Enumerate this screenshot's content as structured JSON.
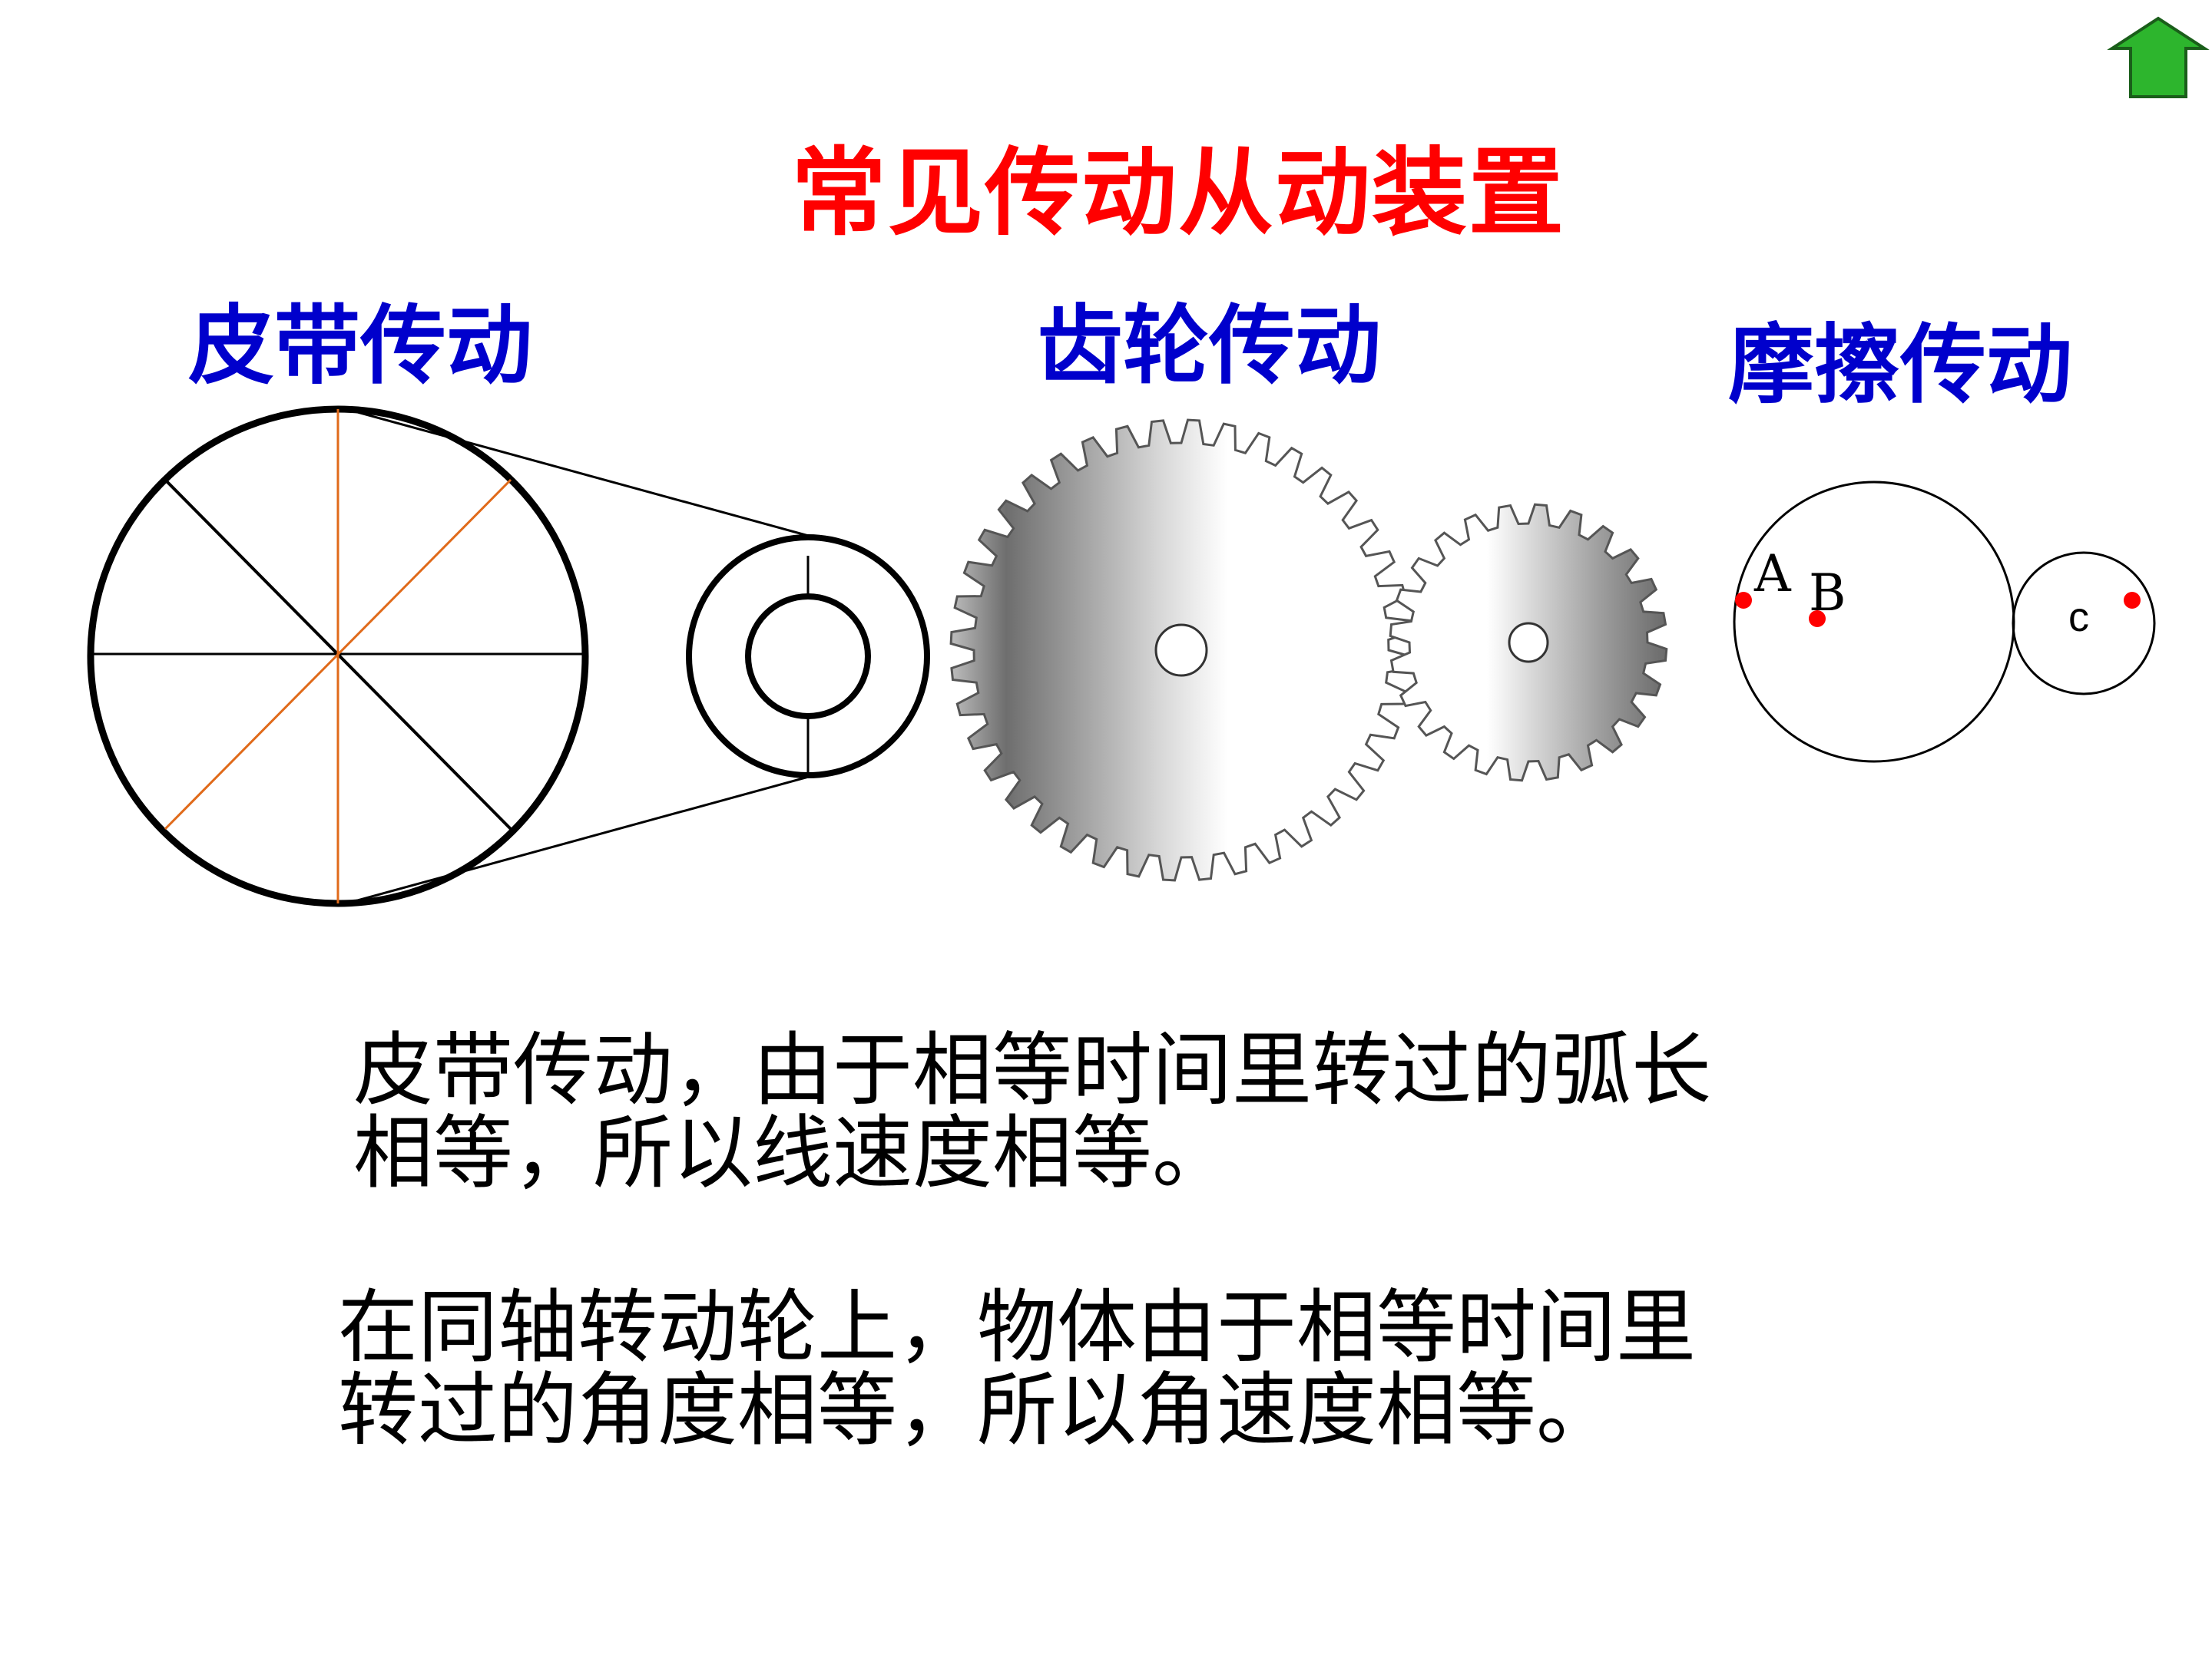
{
  "title": "常见传动从动装置",
  "sections": {
    "belt": "皮带传动",
    "gear": "齿轮传动",
    "friction": "摩擦传动"
  },
  "points": {
    "a": "A",
    "b": "B",
    "c": "c"
  },
  "paragraphs": {
    "p1": {
      "line1": "皮带传动，由于相等时间里转过的弧长",
      "line2": "相等，所以线速度相等。"
    },
    "p2": {
      "line1": "在同轴转动轮上，物体由于相等时间里",
      "line2": "转过的角度相等，所以角速度相等。"
    }
  },
  "colors": {
    "title": "#ff0000",
    "section_label": "#0000cc",
    "body_text": "#000000",
    "belt_orange_spokes": "#e06a1a",
    "friction_points": "#ff0000",
    "nav_arrow": "#2db52d"
  },
  "icons": {
    "nav": "up-arrow-icon"
  }
}
